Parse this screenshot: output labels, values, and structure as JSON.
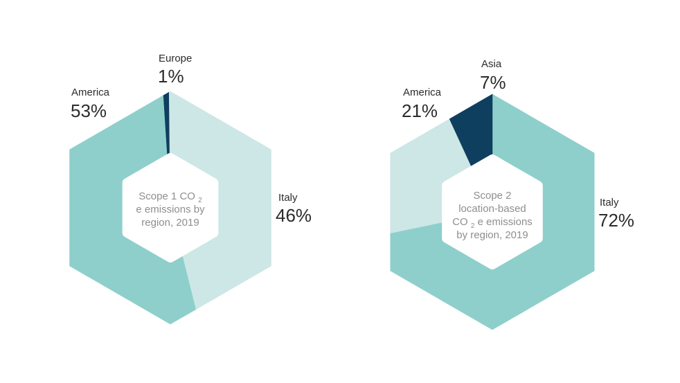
{
  "colors": {
    "Europe": "#0f3f5e",
    "Asia": "#0f3f5e",
    "Italy_light": "#cde7e6",
    "America_mid": "#8ecfcb",
    "center_fill": "#ffffff",
    "center_text": "#8e8e8e",
    "label_text": "#2b2b2b"
  },
  "chart_data": [
    {
      "type": "pie",
      "shape": "hexagon-donut",
      "title_lines": [
        "Scope 1 CO2",
        "e emissions by",
        "region, 2019"
      ],
      "slices": [
        {
          "name": "Europe",
          "value": 1,
          "label": "1%",
          "color_key": "Europe"
        },
        {
          "name": "Italy",
          "value": 46,
          "label": "46%",
          "color_key": "Italy_light"
        },
        {
          "name": "America",
          "value": 53,
          "label": "53%",
          "color_key": "America_mid"
        }
      ]
    },
    {
      "type": "pie",
      "shape": "hexagon-donut",
      "title_lines": [
        "Scope 2",
        "location-based",
        "CO2 e emissions",
        "by region, 2019"
      ],
      "slices": [
        {
          "name": "Asia",
          "value": 7,
          "label": "7%",
          "color_key": "Asia"
        },
        {
          "name": "Italy",
          "value": 72,
          "label": "72%",
          "color_key": "America_mid"
        },
        {
          "name": "America",
          "value": 21,
          "label": "21%",
          "color_key": "Italy_light"
        }
      ]
    }
  ]
}
